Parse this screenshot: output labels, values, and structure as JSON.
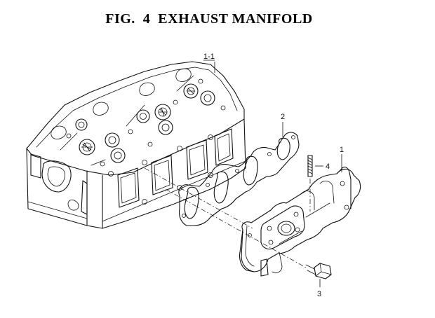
{
  "figure": {
    "title": "FIG.  4  EXHAUST MANIFOLD"
  },
  "callouts": {
    "cylinder_head": "1-1",
    "gasket": "2",
    "manifold": "1",
    "stud": "4",
    "bolt": "3"
  }
}
